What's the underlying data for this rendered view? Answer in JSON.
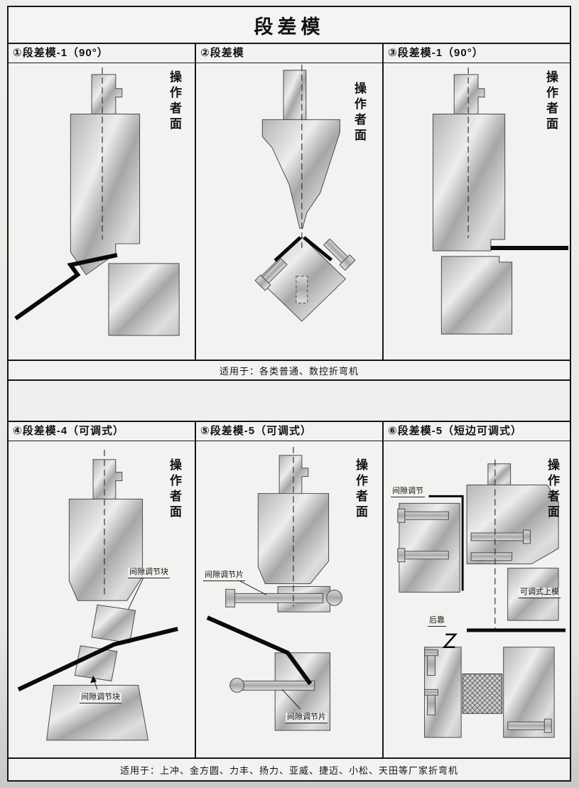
{
  "page": {
    "title": "段差模"
  },
  "panels": [
    {
      "label": "①段差模-1（90°）",
      "operator": "操作者面"
    },
    {
      "label": "②段差模",
      "operator": "操作者面"
    },
    {
      "label": "③段差模-1（90°）",
      "operator": "操作者面"
    },
    {
      "label": "④段差模-4（可调式）",
      "operator": "操作者面",
      "ann": {
        "a": "间隙调节块",
        "b": "间隙调节块"
      }
    },
    {
      "label": "⑤段差模-5（可调式）",
      "operator": "操作者面",
      "ann": {
        "a": "间隙调节片",
        "b": "间隙调节片"
      }
    },
    {
      "label": "⑥段差模-5（短边可调式）",
      "operator": "操作者面",
      "ann": {
        "a": "间隙调节",
        "b": "后靠",
        "c": "可调式上模"
      }
    }
  ],
  "footers": {
    "row1": "适用于：各类普通、数控折弯机",
    "row2": "适用于：上冲、金方圆、力丰、扬力、亚威、捷迈、小松、天田等厂家折弯机"
  },
  "colors": {
    "frame": "#161616",
    "paper": "#f3f2f0",
    "sheet_line": "#0a0a0a"
  }
}
